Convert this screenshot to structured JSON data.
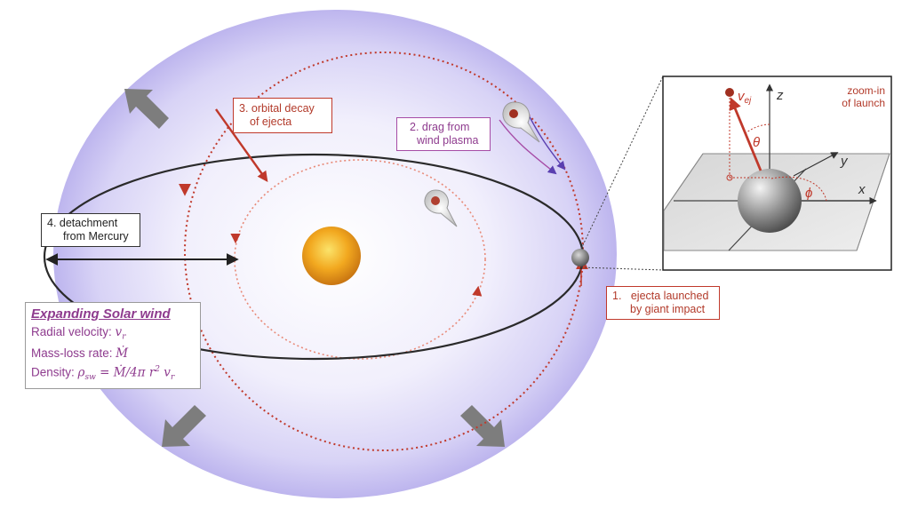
{
  "labels": {
    "orbital_decay": [
      "3. orbital decay",
      "of ejecta"
    ],
    "drag": [
      "2. drag from",
      "wind plasma"
    ],
    "detachment": [
      "4. detachment",
      "from Mercury"
    ],
    "launch": [
      "1.   ejecta launched",
      "by giant impact"
    ],
    "zoom": [
      "zoom-in",
      "of launch"
    ]
  },
  "wind": {
    "title": "Expanding Solar wind",
    "radial_label": "Radial velocity: ",
    "radial_symbol": "v",
    "radial_sub": "r",
    "massloss_label": "Mass-loss rate: ",
    "massloss_symbol": "Ṁ",
    "density_label": "Density: ",
    "density_symbol": "ρ",
    "density_sub": "sw",
    "density_formula": " = Ṁ/4π r",
    "density_sup": "2",
    "density_tail_symbol": " v",
    "density_tail_sub": "r"
  },
  "inset": {
    "axis_z": "z",
    "axis_y": "y",
    "axis_x": "x",
    "velocity_symbol": "v",
    "velocity_sub": "ej",
    "theta": "θ",
    "phi": "ϕ"
  },
  "colors": {
    "wind_bubble": "#c9c4f0",
    "sun": "#f0a21e",
    "red": "#c0392b",
    "purple": "#a64ca6",
    "salmon": "#e88a78",
    "orbit": "#2a2a2a"
  }
}
